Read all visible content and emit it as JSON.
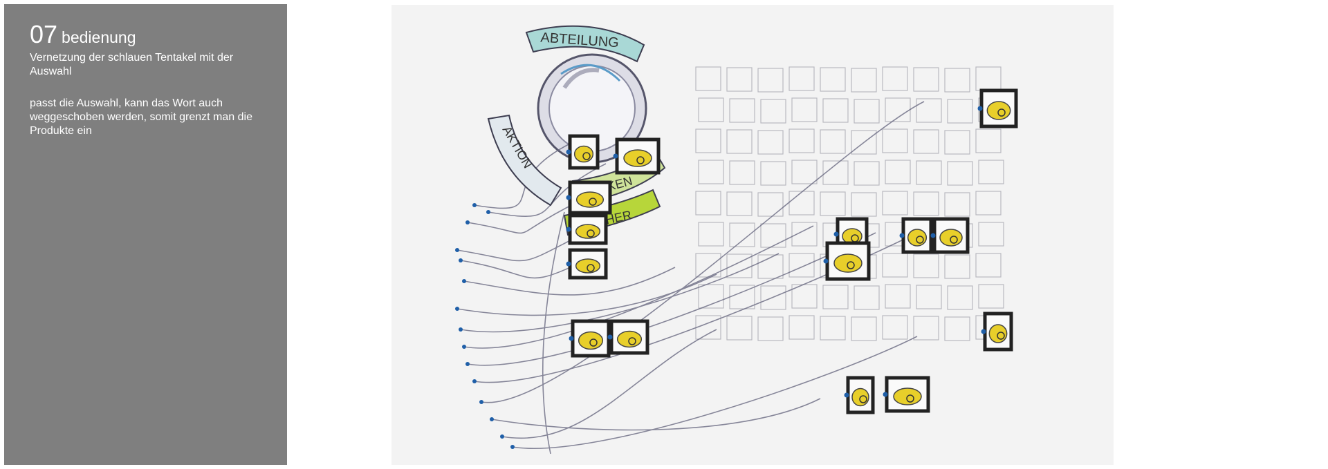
{
  "sidebar": {
    "number": "07",
    "title": "bedienung",
    "paragraph1": "Vernetzung der schlauen Tentakel mit der Auswahl",
    "paragraph2": "passt die Auswahl, kann das Wort auch weggeschoben werden, somit grenzt man die Produkte ein",
    "background_color": "#7f7f7f"
  },
  "sketch": {
    "labels": {
      "abteilung": "ABTEILUNG",
      "aktion": "AKTION",
      "marken": "MARKEN",
      "karcher": "KÄRCHER"
    },
    "colors": {
      "abteilung": "#a9d8d6",
      "aktion": "#e2e9ee",
      "marken": "#cfe39a",
      "karcher": "#b7d63a",
      "product_fill": "#e8cf2a",
      "node": "#1f5fa8"
    }
  }
}
